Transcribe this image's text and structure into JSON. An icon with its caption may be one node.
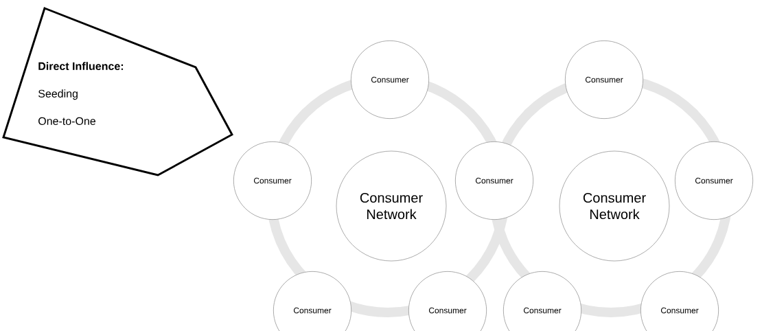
{
  "diagram": {
    "nodes": [
      {
        "text": [
          "Direct Influence:",
          "Seeding",
          "One-to-One"
        ]
      },
      {
        "text": [
          "Consumer"
        ]
      },
      {
        "text": [
          "Consumer"
        ]
      },
      {
        "text": [
          "Consumer"
        ]
      },
      {
        "text": [
          "Consumer Network"
        ]
      },
      {
        "text": [
          "Consumer"
        ]
      },
      {
        "text": [
          "Consumer Network"
        ]
      },
      {
        "text": [
          "Consumer"
        ]
      },
      {
        "text": [
          "Consumer"
        ]
      },
      {
        "text": [
          "Consumer"
        ]
      },
      {
        "text": [
          "Consumer"
        ]
      },
      {
        "text": [
          "Consumer"
        ]
      }
    ]
  }
}
